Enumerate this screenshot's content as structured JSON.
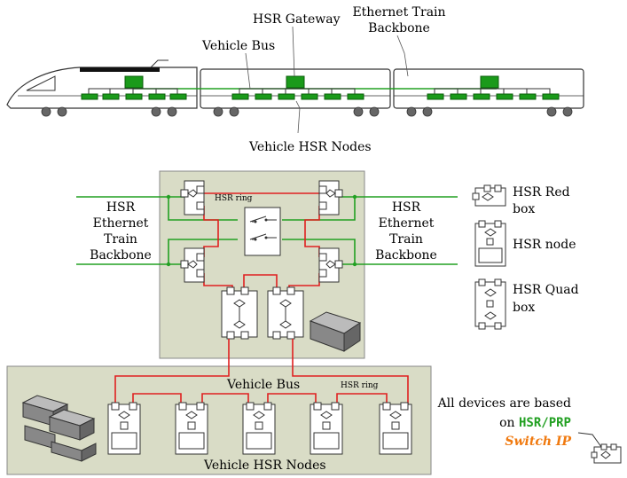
{
  "train": {
    "labels": {
      "gateway": "HSR Gateway",
      "vehicle_bus": "Vehicle Bus",
      "backbone_line1": "Ethernet Train",
      "backbone_line2": "Backbone",
      "nodes": "Vehicle HSR Nodes"
    }
  },
  "network": {
    "left_backbone": [
      "HSR",
      "Ethernet",
      "Train",
      "Backbone"
    ],
    "right_backbone": [
      "HSR",
      "Ethernet",
      "Train",
      "Backbone"
    ],
    "ring_label_top": "HSR ring",
    "ring_label_bottom": "HSR ring",
    "vehicle_bus": "Vehicle Bus",
    "vehicle_nodes": "Vehicle HSR Nodes"
  },
  "legend": {
    "red_box": [
      "HSR Red",
      "box"
    ],
    "node": "HSR node",
    "quad_box": [
      "HSR Quad",
      "box"
    ]
  },
  "note": {
    "line1": "All devices are based",
    "line2_prefix": "on ",
    "line2_code": "HSR/PRP",
    "line3": "Switch IP"
  },
  "colors": {
    "green": "#22a022",
    "red": "#e02020",
    "panel": "#d9dcc6",
    "orange": "#f07a10"
  }
}
